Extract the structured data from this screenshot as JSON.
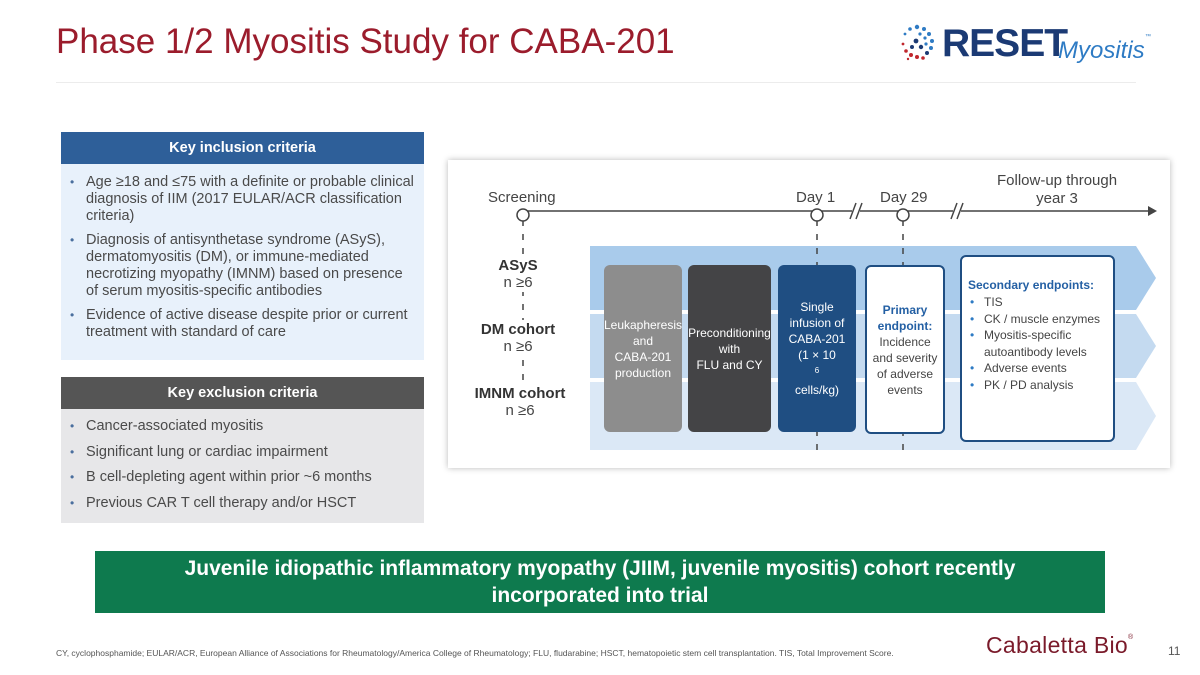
{
  "slide": {
    "title": "Phase 1/2 Myositis Study for CABA-201",
    "page_number": "11"
  },
  "logo": {
    "reset": "RESET",
    "myositis": "Myositis",
    "tm": "™"
  },
  "inclusion": {
    "title": "Key inclusion criteria",
    "items": [
      "Age ≥18 and ≤75 with a definite or probable clinical diagnosis of IIM (2017 EULAR/ACR classification criteria)",
      "Diagnosis of antisynthetase syndrome (ASyS), dermatomyositis (DM), or immune-mediated necrotizing myopathy (IMNM) based on presence of serum myositis-specific antibodies",
      "Evidence of active disease despite prior or current treatment with standard of care"
    ]
  },
  "exclusion": {
    "title": "Key exclusion criteria",
    "items": [
      "Cancer-associated myositis",
      "Significant lung or cardiac impairment",
      "B cell-depleting agent within prior ~6 months",
      "Previous CAR T cell therapy and/or HSCT"
    ]
  },
  "timeline": {
    "screening": "Screening",
    "day1": "Day 1",
    "day29": "Day 29",
    "followup_line1": "Follow-up through",
    "followup_line2": "year 3"
  },
  "cohorts": [
    {
      "name": "ASyS",
      "n": "n ≥6"
    },
    {
      "name": "DM cohort",
      "n": "n ≥6"
    },
    {
      "name": "IMNM cohort",
      "n": "n ≥6"
    }
  ],
  "steps": {
    "leukapheresis": [
      "Leukapheresis",
      "and",
      "CABA-201",
      "production"
    ],
    "preconditioning": [
      "Preconditioning",
      "with",
      "FLU and CY"
    ],
    "infusion": {
      "l1": "Single",
      "l2": "infusion of",
      "l3": "CABA-201",
      "l4a": "(1 × 10",
      "l4sup": "6",
      "l5": "cells/kg)"
    },
    "primary": {
      "title_l1": "Primary",
      "title_l2": "endpoint:",
      "lines": [
        "Incidence",
        "and severity",
        "of adverse",
        "events"
      ]
    },
    "secondary": {
      "title": "Secondary endpoints:",
      "items": [
        "TIS",
        "CK / muscle enzymes",
        "Myositis-specific autoantibody levels",
        "Adverse events",
        "PK / PD analysis"
      ]
    }
  },
  "banner": {
    "line1": "Juvenile idiopathic inflammatory myopathy (JIIM, juvenile myositis) cohort recently",
    "line2": "incorporated into trial"
  },
  "footnote": "CY, cyclophosphamide; EULAR/ACR, European Alliance of Associations for Rheumatology/America College of Rheumatology; FLU, fludarabine; HSCT, hematopoietic stem cell transplantation. TIS, Total Improvement Score.",
  "company": {
    "name": "Cabaletta Bio",
    "reg": "®"
  },
  "colors": {
    "title": "#9b1c2c",
    "inclusion_header": "#2e5f99",
    "exclusion_header": "#555555",
    "banner": "#0e7a4e",
    "infusion_box": "#1f4e82"
  }
}
